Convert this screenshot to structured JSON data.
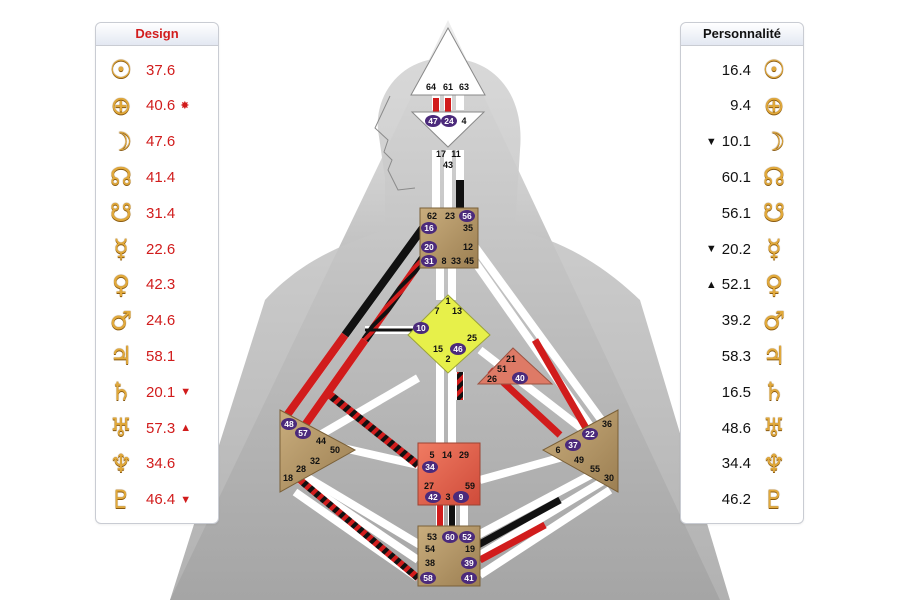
{
  "design": {
    "header": "Design",
    "rows": [
      {
        "glyph": "☉",
        "icon": "sun-icon",
        "value": "37.6",
        "mark": ""
      },
      {
        "glyph": "⊕",
        "icon": "earth-icon",
        "value": "40.6",
        "mark": "✸"
      },
      {
        "glyph": "☽",
        "icon": "moon-icon",
        "value": "47.6",
        "mark": ""
      },
      {
        "glyph": "☊",
        "icon": "north-node-icon",
        "value": "41.4",
        "mark": ""
      },
      {
        "glyph": "☋",
        "icon": "south-node-icon",
        "value": "31.4",
        "mark": ""
      },
      {
        "glyph": "☿",
        "icon": "mercury-icon",
        "value": "22.6",
        "mark": ""
      },
      {
        "glyph": "♀",
        "icon": "venus-icon",
        "value": "42.3",
        "mark": ""
      },
      {
        "glyph": "♂",
        "icon": "mars-icon",
        "value": "24.6",
        "mark": ""
      },
      {
        "glyph": "♃",
        "icon": "jupiter-icon",
        "value": "58.1",
        "mark": ""
      },
      {
        "glyph": "♄",
        "icon": "saturn-icon",
        "value": "20.1",
        "mark": "▼"
      },
      {
        "glyph": "♅",
        "icon": "uranus-icon",
        "value": "57.3",
        "mark": "▲"
      },
      {
        "glyph": "♆",
        "icon": "neptune-icon",
        "value": "34.6",
        "mark": ""
      },
      {
        "glyph": "♇",
        "icon": "pluto-icon",
        "value": "46.4",
        "mark": "▼"
      }
    ]
  },
  "personality": {
    "header": "Personnalité",
    "rows": [
      {
        "glyph": "☉",
        "icon": "sun-icon",
        "value": "16.4",
        "mark": ""
      },
      {
        "glyph": "⊕",
        "icon": "earth-icon",
        "value": "9.4",
        "mark": ""
      },
      {
        "glyph": "☽",
        "icon": "moon-icon",
        "value": "10.1",
        "mark": "▼"
      },
      {
        "glyph": "☊",
        "icon": "north-node-icon",
        "value": "60.1",
        "mark": ""
      },
      {
        "glyph": "☋",
        "icon": "south-node-icon",
        "value": "56.1",
        "mark": ""
      },
      {
        "glyph": "☿",
        "icon": "mercury-icon",
        "value": "20.2",
        "mark": "▼"
      },
      {
        "glyph": "♀",
        "icon": "venus-icon",
        "value": "52.1",
        "mark": "▲"
      },
      {
        "glyph": "♂",
        "icon": "mars-icon",
        "value": "39.2",
        "mark": ""
      },
      {
        "glyph": "♃",
        "icon": "jupiter-icon",
        "value": "58.3",
        "mark": ""
      },
      {
        "glyph": "♄",
        "icon": "saturn-icon",
        "value": "16.5",
        "mark": ""
      },
      {
        "glyph": "♅",
        "icon": "uranus-icon",
        "value": "48.6",
        "mark": ""
      },
      {
        "glyph": "♆",
        "icon": "neptune-icon",
        "value": "34.4",
        "mark": ""
      },
      {
        "glyph": "♇",
        "icon": "pluto-icon",
        "value": "46.2",
        "mark": ""
      }
    ]
  },
  "colors": {
    "design": "#d11c1c",
    "personality": "#111111",
    "active_gate": "#4b2a7b",
    "glyph_gold": "#e1a93b",
    "head_center": "#ffffff",
    "g_center": "#e7f04a",
    "sacral_center": "#e4624c",
    "spleen_center": "#b59a6c",
    "solar_plexus_center": "#b59a6c",
    "heart_center": "#de7a66",
    "silhouette": "#9b9b9b"
  },
  "centers": {
    "head": {
      "gates": [
        "64",
        "61",
        "63"
      ],
      "active": []
    },
    "ajna": {
      "gates": [
        "4"
      ],
      "active": [
        "47",
        "24"
      ]
    },
    "throat": {
      "gates": [
        "17",
        "11",
        "43",
        "62",
        "23",
        "35",
        "12",
        "45",
        "8",
        "33"
      ],
      "active": [
        "56",
        "16",
        "20",
        "31"
      ]
    },
    "g": {
      "gates": [
        "1",
        "7",
        "13",
        "25",
        "15",
        "2"
      ],
      "active": [
        "10",
        "46"
      ]
    },
    "heart": {
      "gates": [
        "21",
        "51",
        "26"
      ],
      "active": [
        "40"
      ]
    },
    "spleen": {
      "gates": [
        "44",
        "50",
        "32",
        "28",
        "18"
      ],
      "active": [
        "48",
        "57"
      ]
    },
    "sacral": {
      "gates": [
        "5",
        "14",
        "29",
        "27",
        "3",
        "59"
      ],
      "active": [
        "34",
        "42",
        "9"
      ]
    },
    "solar_plexus": {
      "gates": [
        "36",
        "6",
        "49",
        "55",
        "30"
      ],
      "active": [
        "22",
        "37"
      ]
    },
    "root": {
      "gates": [
        "53",
        "54",
        "38",
        "19"
      ],
      "active": [
        "60",
        "52",
        "39",
        "58",
        "41"
      ]
    }
  }
}
